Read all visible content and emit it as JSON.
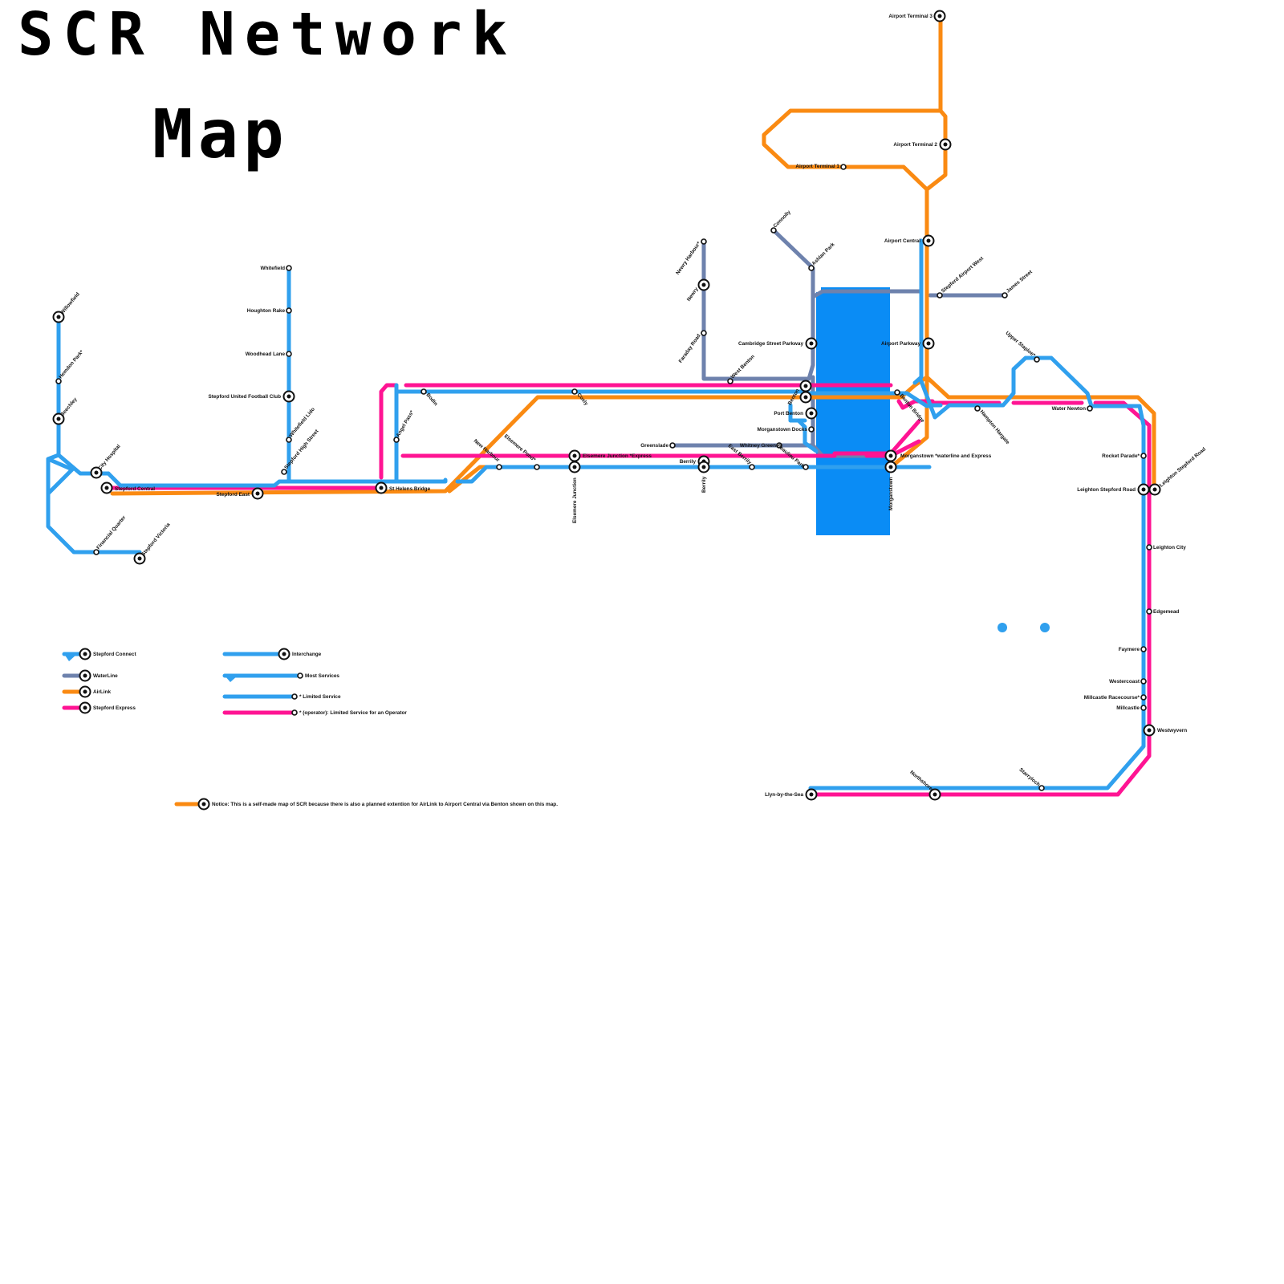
{
  "title": {
    "line1": "SCR Network",
    "line2": "Map"
  },
  "colors": {
    "stepford_connect": "#30a0ee",
    "waterline": "#6e82ad",
    "airlink": "#fa8a12",
    "stepford_express": "#ff1493",
    "water": "#0a8cf5",
    "background": "#ffffff"
  },
  "stations": {
    "airport_terminal_3": "Airport Terminal 3",
    "airport_terminal_2": "Airport Terminal 2",
    "airport_terminal_1": "Airport Terminal 1",
    "airport_central": "Airport Central",
    "airport_parkway": "Airport Parkway",
    "stepford_airport_west": "Stepford Airport West",
    "james_street": "James Street",
    "upper_staploe": "Upper Staploe*",
    "water_newton": "Water Newton",
    "hampton_hargate": "Hampton Hargate",
    "benton_bridge": "Benton Bridge",
    "connolly": "Connolly",
    "ashlan_park": "Ashlan Park",
    "newry_harbour": "Newry Harbour*",
    "newry": "Newry",
    "faraday_road": "Faraday Road",
    "west_benton": "West Benton",
    "cambridge_street_parkway": "Cambridge Street Parkway",
    "benton": "Benton",
    "port_benton": "Port Benton",
    "morganstown_docks": "Morganstown Docks",
    "greenslade": "Greenslade",
    "whitney_green": "Whitney Green",
    "beaulieu_park": "Beaulieu Park",
    "east_berrily": "East Berrily",
    "berrily": "Berrily",
    "morganstown_label": "Morganstown *waterline and Express",
    "morganstown": "Morganstown",
    "elsemere_junction_express": "Elsemere Junction *Express",
    "elsemere_junction": "Elsemere Junction",
    "elsemere_pond": "Elsemere Pond*",
    "new_harbour": "New Harbour",
    "coxly": "Coxly",
    "bodin": "Bodin",
    "angel_pass": "Angel Pass*",
    "st_helens_bridge": "St Helens Bridge",
    "stepford_east": "Stepford East",
    "stepford_central": "Stepford Central",
    "whitefield": "Whitefield",
    "houghton_rake": "Houghton Rake",
    "woodhead_lane": "Woodhead Lane",
    "stepford_united_football_club": "Stepford United Football Club",
    "whitefield_lido": "Whitefield Lido",
    "stepford_high_street": "Stepford High Street",
    "willowfield": "Willowfield",
    "hemdon_park": "Hemdon Park*",
    "beechley": "Beechley",
    "city_hospital": "City Hospital",
    "financial_quarter": "Financial Quarter",
    "stepford_victoria": "Stepford Victoria",
    "rocket_parade": "Rocket Parade*",
    "leighton_stepford_road_w": "Leighton Stepford Road",
    "leighton_stepford_road_e": "Leighton Stepford Road",
    "leighton_city": "Leighton City",
    "edgemead": "Edgemead",
    "faymere": "Faymere",
    "westercoast": "Westercoast",
    "millcastle_racecourse": "Millcastle Racecourse*",
    "millcastle": "Millcastle",
    "westwyvern": "Westwyvern",
    "starryloch": "Starryloch",
    "northshore": "Northshore",
    "llyn_by_the_sea": "Llyn-by-the-Sea"
  },
  "legend": {
    "lines": [
      {
        "name": "Stepford Connect",
        "color": "#30a0ee"
      },
      {
        "name": "WaterLine",
        "color": "#6e82ad"
      },
      {
        "name": "AirLink",
        "color": "#fa8a12"
      },
      {
        "name": "Stepford Express",
        "color": "#ff1493"
      }
    ],
    "symbols": [
      {
        "name": "Interchange",
        "color": "#30a0ee"
      },
      {
        "name": "Most Services",
        "color": "#30a0ee"
      },
      {
        "name": "* Limited Service",
        "color": "#30a0ee"
      },
      {
        "name": "* (operator): Limited Service for an Operator",
        "color": "#ff1493"
      }
    ]
  },
  "notice": "Notice: This is a self-made map of SCR because there is also a planned extention for AirLink to Airport Central via Benton shown on this map."
}
